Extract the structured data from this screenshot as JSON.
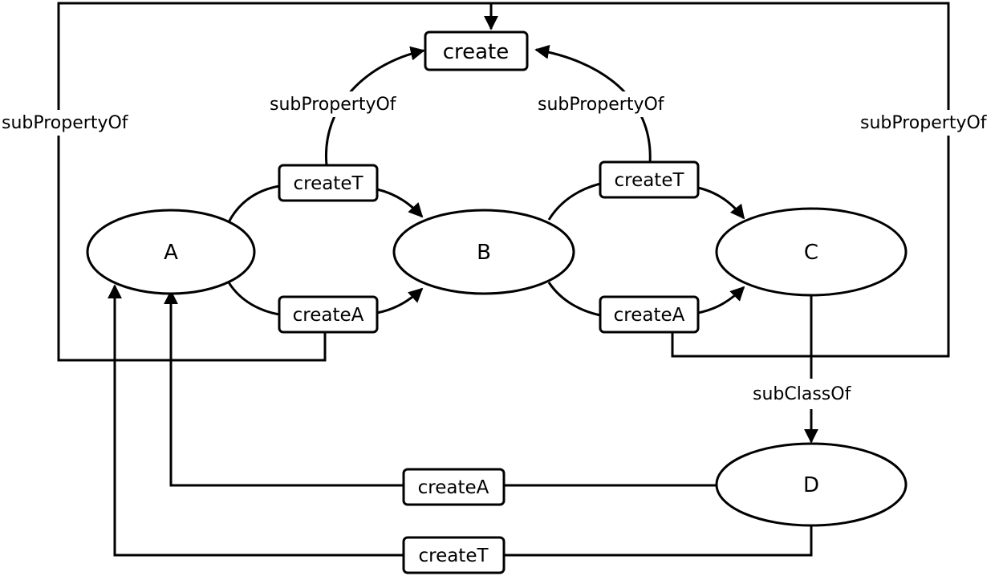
{
  "diagram": {
    "nodes": {
      "a": "A",
      "b": "B",
      "c": "C",
      "d": "D"
    },
    "boxes": {
      "create": "create",
      "ab_top": "createT",
      "ab_bottom": "createA",
      "bc_top": "createT",
      "bc_bottom": "createA",
      "da": "createA",
      "dt": "createT"
    },
    "edge_labels": {
      "sub_property_left_inner": "subPropertyOf",
      "sub_property_right_inner": "subPropertyOf",
      "sub_property_left_outer": "subPropertyOf",
      "sub_property_right_outer": "subPropertyOf",
      "sub_class_of": "subClassOf"
    },
    "colors": {
      "stroke": "#000000",
      "background": "#ffffff"
    }
  }
}
